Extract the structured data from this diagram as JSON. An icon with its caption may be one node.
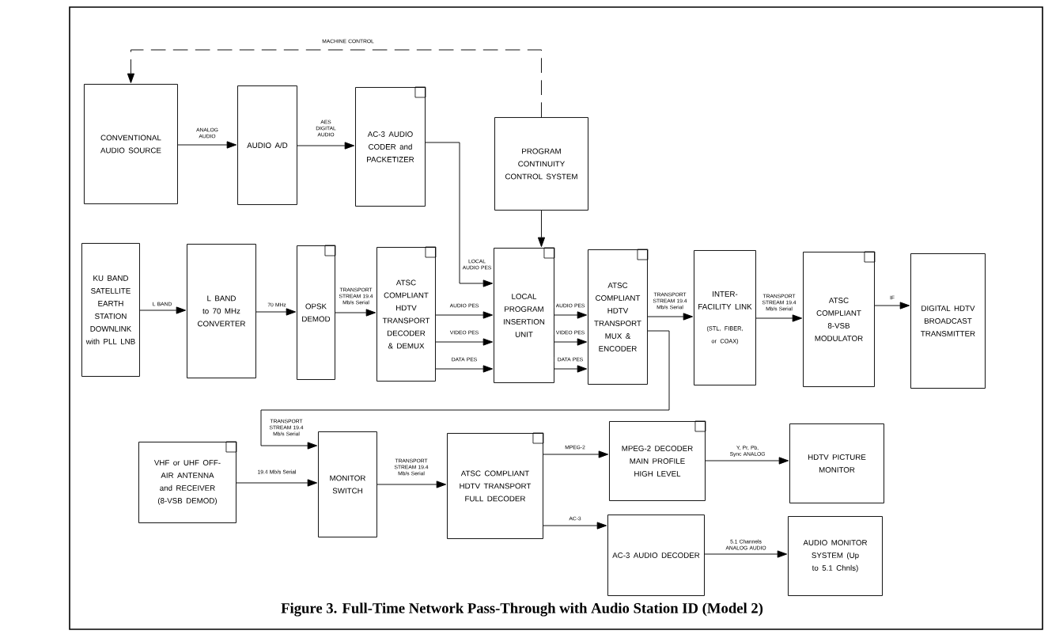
{
  "diagram": {
    "caption": "Figure 3. Full-Time Network Pass-Through with Audio Station ID (Model 2)",
    "nodes": [
      {
        "text": [
          "CONVENTIONAL AUDIO SOURCE"
        ]
      },
      {
        "text": [
          "AUDIO A/D"
        ]
      },
      {
        "text": [
          "AC-3 AUDIO CODER and PACKETIZER"
        ]
      },
      {
        "text": [
          "PROGRAM CONTINUITY CONTROL SYSTEM"
        ]
      },
      {
        "text": [
          "KU BAND SATELLITE EARTH STATION DOWNLINK with PLL LNB"
        ]
      },
      {
        "text": [
          "L BAND to 70 MHz CONVERTER"
        ]
      },
      {
        "text": [
          "OPSK DEMOD"
        ]
      },
      {
        "text": [
          "ATSC COMPLIANT HDTV TRANSPORT DECODER & DEMUX"
        ]
      },
      {
        "text": [
          "LOCAL PROGRAM INSERTION UNIT"
        ]
      },
      {
        "text": [
          "ATSC COMPLIANT HDTV TRANSPORT MUX & ENCODER"
        ]
      },
      {
        "text": [
          "INTER-FACILITY LINK",
          "(STL, FIBER, or COAX)"
        ]
      },
      {
        "text": [
          "ATSC COMPLIANT 8-VSB MODULATOR"
        ]
      },
      {
        "text": [
          "DIGITAL HDTV BROADCAST TRANSMITTER"
        ]
      },
      {
        "text": [
          "VHF or UHF OFF-AIR ANTENNA and RECEIVER (8-VSB DEMOD)"
        ]
      },
      {
        "text": [
          "MONITOR SWITCH"
        ]
      },
      {
        "text": [
          "ATSC COMPLIANT HDTV TRANSPORT FULL DECODER"
        ]
      },
      {
        "text": [
          "MPEG-2 DECODER MAIN PROFILE HIGH LEVEL"
        ]
      },
      {
        "text": [
          "HDTV PICTURE MONITOR"
        ]
      },
      {
        "text": [
          "AC-3 AUDIO DECODER"
        ]
      },
      {
        "text": [
          "AUDIO MONITOR SYSTEM (Up to 5.1 Chnls)"
        ]
      }
    ],
    "edges": [
      {
        "from": 3,
        "to": 0,
        "arrow": "to",
        "label": "MACHINE CONTROL",
        "style": "dashed"
      },
      {
        "from": 0,
        "to": 1,
        "arrow": "to",
        "label": "ANALOG AUDIO"
      },
      {
        "from": 1,
        "to": 2,
        "arrow": "to",
        "label": "AES DIGITAL AUDIO"
      },
      {
        "from": 2,
        "to": 8,
        "arrow": "to",
        "label": "LOCAL AUDIO PES"
      },
      {
        "from": 3,
        "to": 8,
        "arrow": "to"
      },
      {
        "from": 4,
        "to": 5,
        "arrow": "to",
        "label": "L BAND"
      },
      {
        "from": 5,
        "to": 6,
        "arrow": "to",
        "label": "70 MHz"
      },
      {
        "from": 6,
        "to": 7,
        "arrow": "to",
        "label": "TRANSPORT STREAM 19.4 Mb/s Serial"
      },
      {
        "from": 7,
        "to": 8,
        "arrow": "to",
        "label": "AUDIO PES"
      },
      {
        "from": 7,
        "to": 8,
        "arrow": "to",
        "label": "VIDEO PES"
      },
      {
        "from": 7,
        "to": 8,
        "arrow": "to",
        "label": "DATA PES"
      },
      {
        "from": 8,
        "to": 9,
        "arrow": "to",
        "label": "AUDIO PES"
      },
      {
        "from": 8,
        "to": 9,
        "arrow": "to",
        "label": "VIDEO PES"
      },
      {
        "from": 8,
        "to": 9,
        "arrow": "to",
        "label": "DATA PES"
      },
      {
        "from": 9,
        "to": 10,
        "arrow": "to",
        "label": "TRANSPORT STREAM 19.4 Mb/s Serial"
      },
      {
        "from": 10,
        "to": 11,
        "arrow": "to",
        "label": "TRANSPORT STREAM 19.4 Mb/s Serial"
      },
      {
        "from": 11,
        "to": 12,
        "arrow": "to",
        "label": "IF"
      },
      {
        "from": 9,
        "to": 14,
        "arrow": "to",
        "label": "TRANSPORT STREAM 19.4 Mb/s Serial"
      },
      {
        "from": 13,
        "to": 14,
        "arrow": "to",
        "label": "19.4 Mb/s Serial"
      },
      {
        "from": 14,
        "to": 15,
        "arrow": "to",
        "label": "TRANSPORT STREAM 19.4 Mb/s Serial"
      },
      {
        "from": 15,
        "to": 16,
        "arrow": "to",
        "label": "MPEG-2"
      },
      {
        "from": 15,
        "to": 18,
        "arrow": "to",
        "label": "AC-3"
      },
      {
        "from": 16,
        "to": 17,
        "arrow": "to",
        "label": "Y, Pr, Pb, Sync ANALOG"
      },
      {
        "from": 18,
        "to": 19,
        "arrow": "to",
        "label": "5.1 Channels ANALOG AUDIO"
      }
    ]
  }
}
